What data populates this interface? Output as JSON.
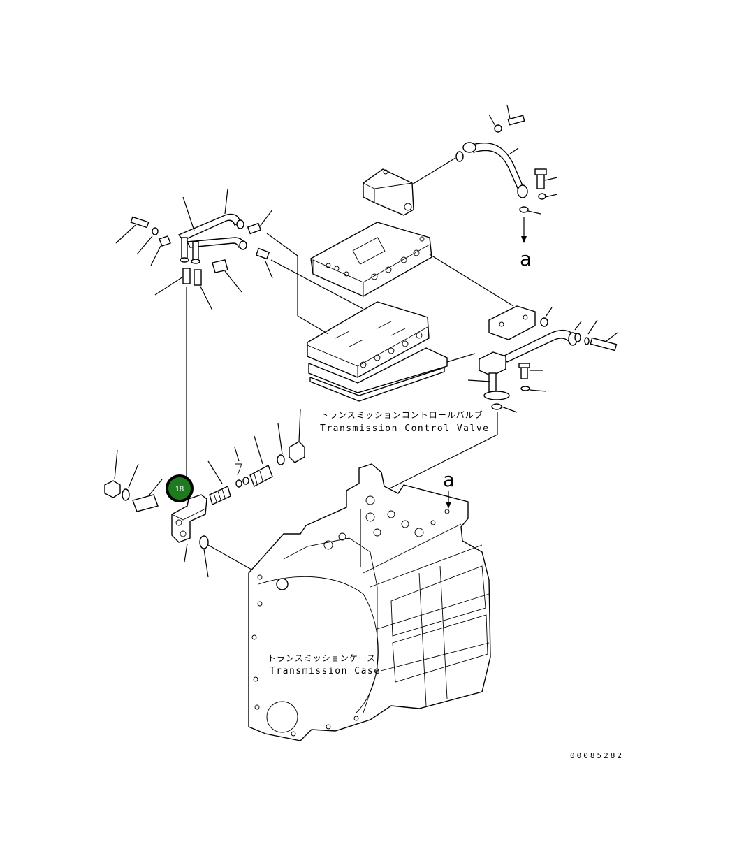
{
  "labels": {
    "control_valve_jp": "トランスミッションコントロールバルブ",
    "control_valve_en": "Transmission Control Valve",
    "case_jp": "トランスミッションケース",
    "case_en": "Transmission Case",
    "ref_a_top": "a",
    "ref_a_case": "a",
    "drawing_number": "00085282"
  },
  "badge": {
    "number": "18",
    "fill_color": "#1e7a1e",
    "ring_color": "#000000"
  }
}
